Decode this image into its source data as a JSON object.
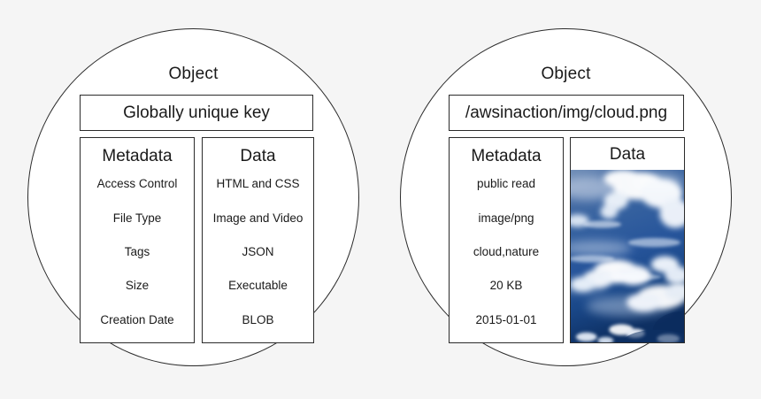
{
  "background_color": "#f5f5f5",
  "stroke_color": "#2b2b2b",
  "objects": [
    {
      "id": "generic-object",
      "title": "Object",
      "key_label": "Globally unique key",
      "metadata": {
        "heading": "Metadata",
        "items": [
          "Access Control",
          "File Type",
          "Tags",
          "Size",
          "Creation Date"
        ]
      },
      "data": {
        "heading": "Data",
        "items": [
          "HTML and CSS",
          "Image and Video",
          "JSON",
          "Executable",
          "BLOB"
        ]
      }
    },
    {
      "id": "example-object",
      "title": "Object",
      "key_label": "/awsinaction/img/cloud.png",
      "metadata": {
        "heading": "Metadata",
        "items": [
          "public read",
          "image/png",
          "cloud,nature",
          "20 KB",
          "2015-01-01"
        ]
      },
      "data": {
        "heading": "Data",
        "image_description": "photograph of white clouds in a blue sky",
        "image_colors": {
          "sky_top": "#5d7fae",
          "sky_mid": "#2d5ca2",
          "sky_bottom": "#0f3469",
          "cloud": "#ffffff"
        }
      }
    }
  ]
}
